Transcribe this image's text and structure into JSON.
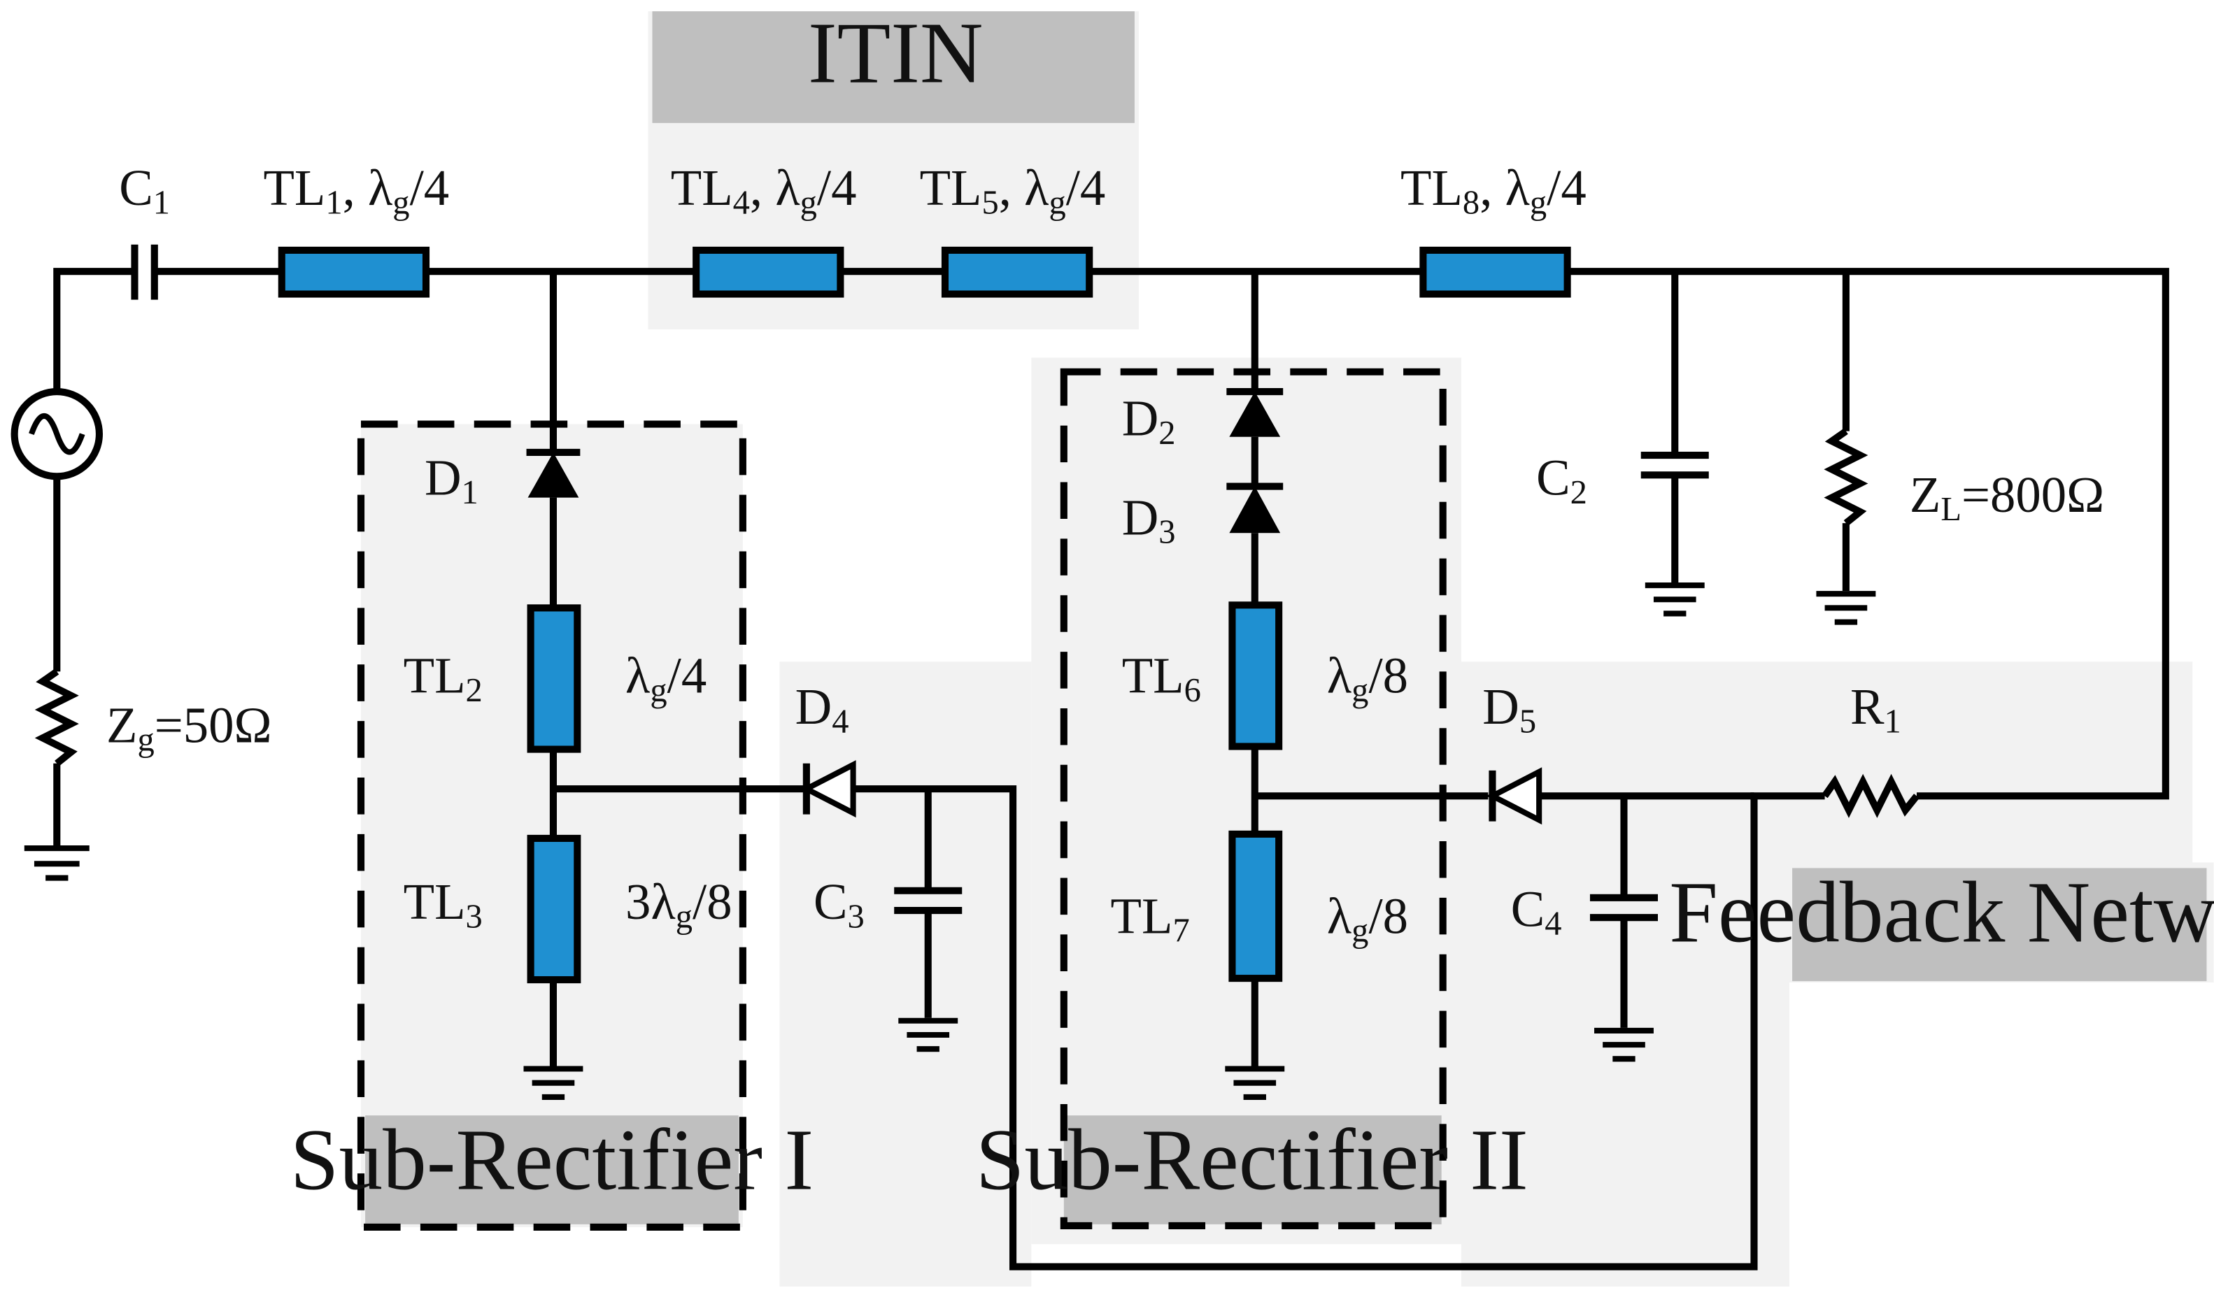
{
  "diagram": {
    "itin_label": "ITIN",
    "sub_rectifier_1_label": "Sub-Rectifier I",
    "sub_rectifier_2_label": "Sub-Rectifier II",
    "feedback_label": "Feedback Network",
    "labels": {
      "c1": {
        "main": "C",
        "sub": "1"
      },
      "tl1": {
        "main": "TL",
        "sub": "1",
        "rest": ", λ",
        "sub2": "g",
        "tail": "/4"
      },
      "tl4": {
        "main": "TL",
        "sub": "4",
        "rest": ", λ",
        "sub2": "g",
        "tail": "/4"
      },
      "tl5": {
        "main": "TL",
        "sub": "5",
        "rest": ", λ",
        "sub2": "g",
        "tail": "/4"
      },
      "tl8": {
        "main": "TL",
        "sub": "8",
        "rest": ", λ",
        "sub2": "g",
        "tail": "/4"
      },
      "d1": {
        "main": "D",
        "sub": "1"
      },
      "d2": {
        "main": "D",
        "sub": "2"
      },
      "d3": {
        "main": "D",
        "sub": "3"
      },
      "d4": {
        "main": "D",
        "sub": "4"
      },
      "d5": {
        "main": "D",
        "sub": "5"
      },
      "tl2": {
        "main": "TL",
        "sub": "2"
      },
      "tl3": {
        "main": "TL",
        "sub": "3"
      },
      "tl6": {
        "main": "TL",
        "sub": "6"
      },
      "tl7": {
        "main": "TL",
        "sub": "7"
      },
      "tl2_len": {
        "main": "λ",
        "sub": "g",
        "tail": "/4"
      },
      "tl3_len": {
        "main": "3λ",
        "sub": "g",
        "tail": "/8"
      },
      "tl6_len": {
        "main": "λ",
        "sub": "g",
        "tail": "/8"
      },
      "tl7_len": {
        "main": "λ",
        "sub": "g",
        "tail": "/8"
      },
      "c2": {
        "main": "C",
        "sub": "2"
      },
      "c3": {
        "main": "C",
        "sub": "3"
      },
      "c4": {
        "main": "C",
        "sub": "4"
      },
      "r1": {
        "main": "R",
        "sub": "1"
      },
      "zl": {
        "main": "Z",
        "sub": "L",
        "tail": "=800Ω"
      },
      "zg": {
        "main": "Z",
        "sub": "g",
        "tail": "=50Ω"
      }
    }
  }
}
